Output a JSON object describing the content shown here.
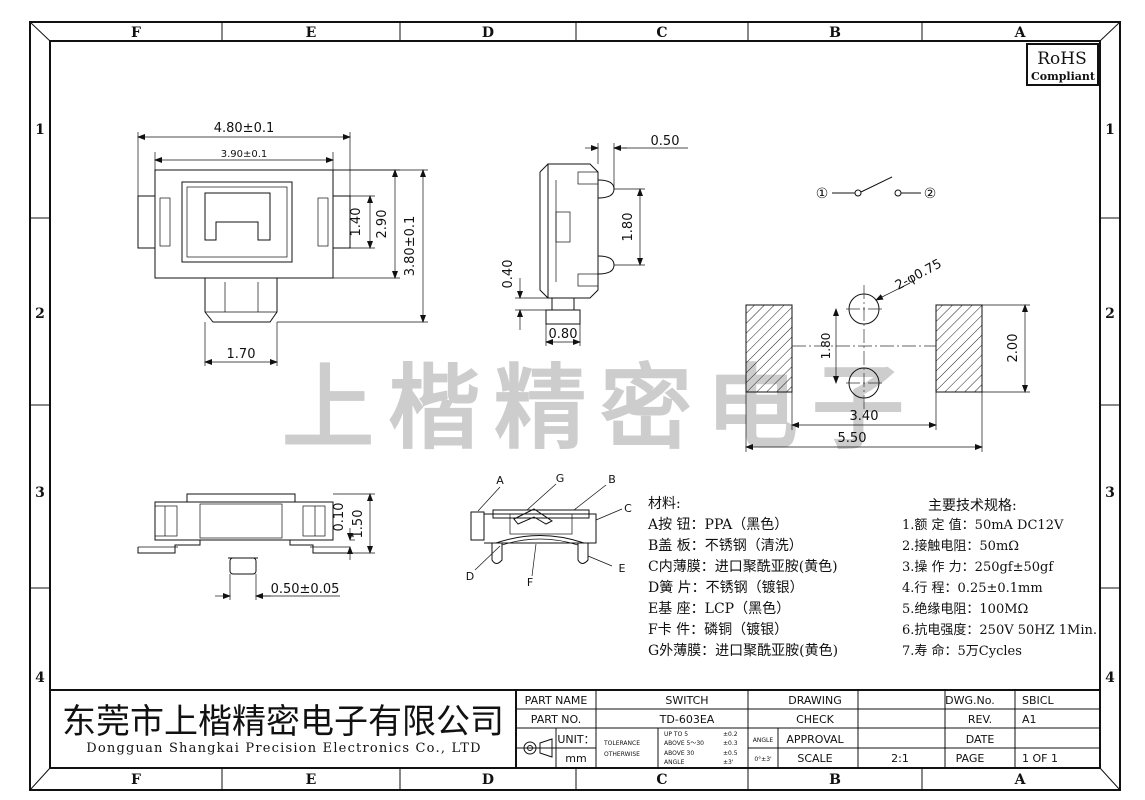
{
  "zones": {
    "columns": [
      "F",
      "E",
      "D",
      "C",
      "B",
      "A"
    ],
    "rows": [
      "1",
      "2",
      "3",
      "4"
    ]
  },
  "rohs": {
    "line1": "RoHS",
    "line2": "Compliant"
  },
  "watermark": "上楷精密电子",
  "front_view": {
    "width_outer": "4.80±0.1",
    "width_inner": "3.90±0.1",
    "h_button": "1.40",
    "h_body": "2.90",
    "h_total": "3.80±0.1",
    "w_lead": "1.70"
  },
  "side_view": {
    "d1": "0.50",
    "d2": "1.80",
    "d3": "0.40",
    "d4": "0.80"
  },
  "schematic": {
    "pin1": "①",
    "pin2": "②"
  },
  "footprint": {
    "hole": "2-φ0.75",
    "pitch_v": "1.80",
    "pad_h": "2.00",
    "inner_w": "3.40",
    "outer_w": "5.50"
  },
  "bottom_view": {
    "d1": "0.10",
    "d2": "1.50",
    "lead": "0.50±0.05"
  },
  "section_labels": [
    "A",
    "G",
    "B",
    "C",
    "D",
    "F",
    "E"
  ],
  "materials": {
    "title": "材料:",
    "items": [
      "A按  钮：PPA（黑色）",
      "B盖  板：不锈钢（清洗）",
      "C内薄膜：进口聚酰亚胺(黄色)",
      "D簧  片：不锈钢（镀银）",
      "E基  座：LCP（黑色）",
      "F卡  件：磷铜（镀银）",
      "G外薄膜：进口聚酰亚胺(黄色)"
    ]
  },
  "specs": {
    "title": "主要技术规格:",
    "items": [
      "1.额 定 值：50mA DC12V",
      "2.接触电阻：50mΩ",
      "3.操 作 力：250gf±50gf",
      "4.行    程：0.25±0.1mm",
      "5.绝缘电阻：100MΩ",
      "6.抗电强度：250V 50HZ 1Min.",
      "7.寿    命：5万Cycles"
    ]
  },
  "title_block": {
    "company_cn": "东莞市上楷精密电子有限公司",
    "company_en": "Dongguan Shangkai Precision Electronics Co., LTD",
    "part_name_label": "PART NAME",
    "part_name": "SWITCH",
    "part_no_label": "PART NO.",
    "part_no": "TD-603EA",
    "unit_label": "UNIT：",
    "unit": "mm",
    "tol_label1": "TOLERANCE",
    "tol_label2": "OTHERWISE",
    "tol_r1a": "UP TO 5",
    "tol_r1b": "±0.2",
    "tol_r2a": "ABOVE 5～30",
    "tol_r2b": "±0.3",
    "tol_r3a": "ABOVE 30",
    "tol_r3b": "±0.5",
    "tol_r4a": "ANGLE",
    "tol_r4b": "±3'",
    "angle_label": "ANGLE",
    "angle_value": "0°±3'",
    "drawing": "DRAWING",
    "check": "CHECK",
    "approval": "APPROVAL",
    "scale_label": "SCALE",
    "scale": "2:1",
    "dwg_no_label": "DWG.No.",
    "dwg_no": "SBICL",
    "rev_label": "REV.",
    "rev": "A1",
    "date_label": "DATE",
    "date": "",
    "page_label": "PAGE",
    "page": "1 OF 1"
  }
}
